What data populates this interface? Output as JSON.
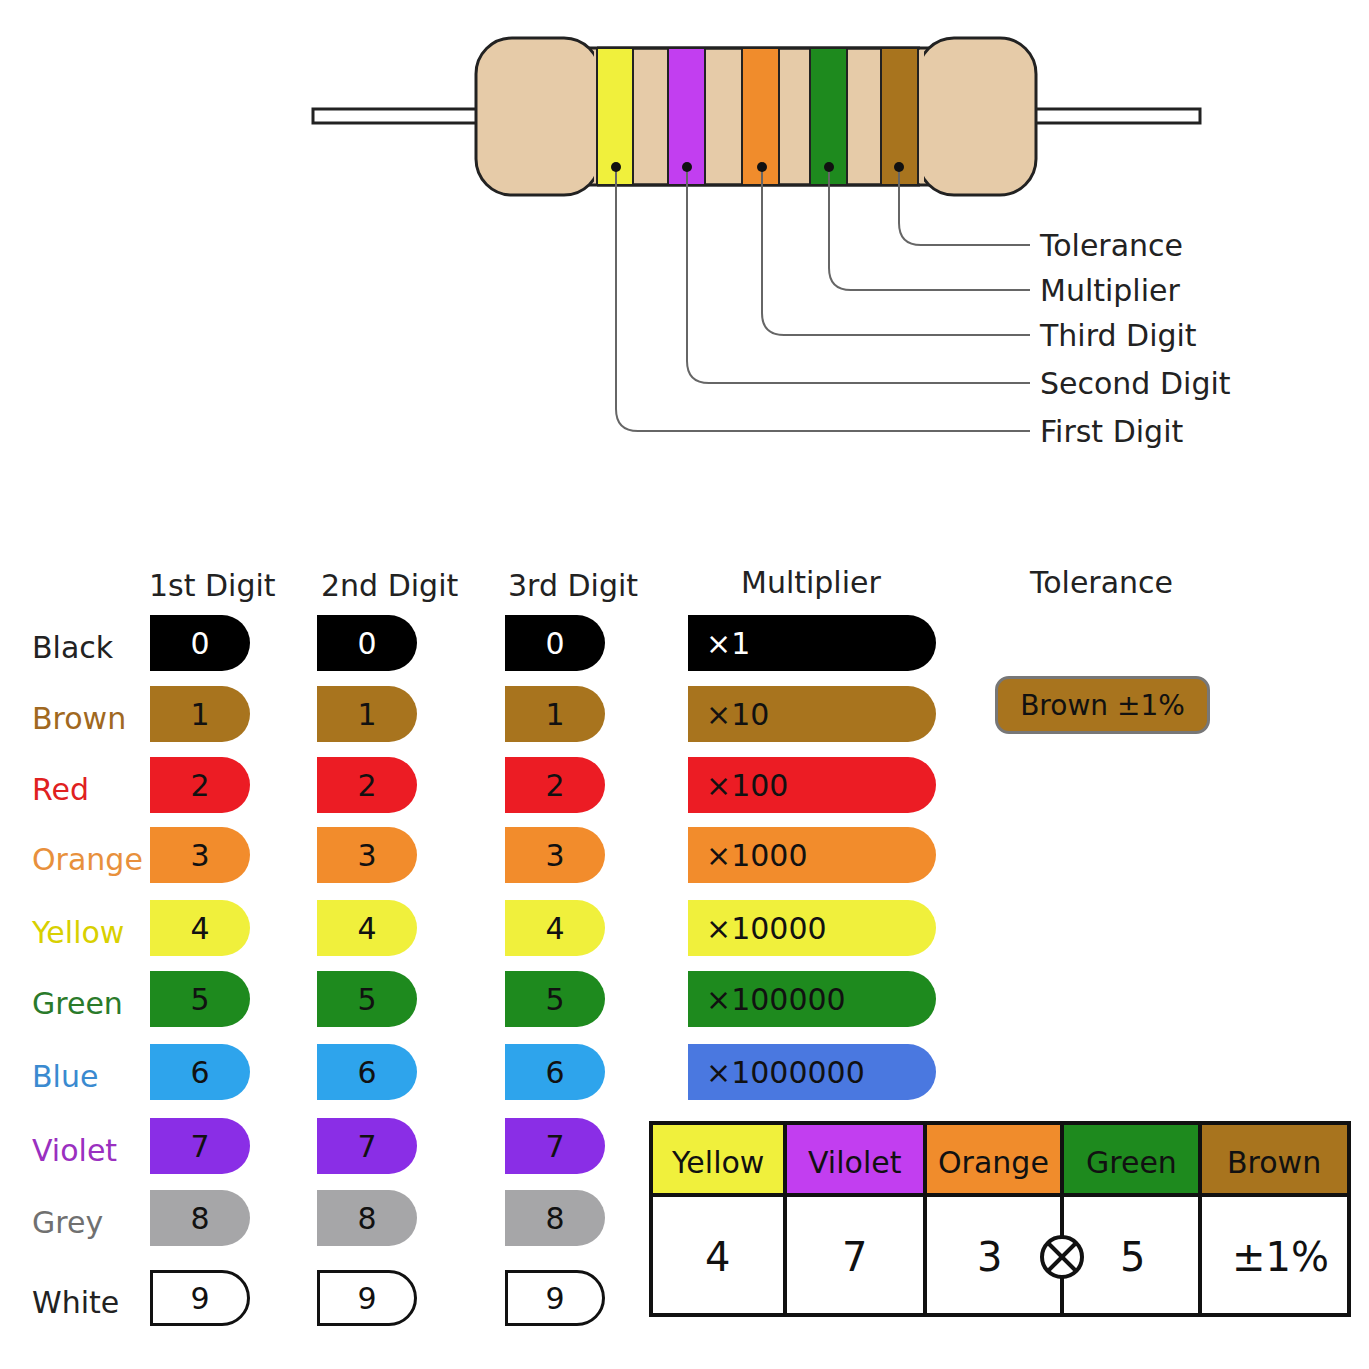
{
  "diagram": {
    "nodes": [
      {
        "text": [
          "0"
        ]
      },
      {
        "text": [
          "0"
        ]
      },
      {
        "text": [
          "0"
        ]
      },
      {
        "text": [
          "×1"
        ]
      },
      {
        "text": [
          "1"
        ]
      },
      {
        "text": [
          "1"
        ]
      },
      {
        "text": [
          "1"
        ]
      },
      {
        "text": [
          "×10"
        ]
      },
      {
        "text": [
          "Brown ±1%"
        ]
      },
      {
        "text": [
          "2"
        ]
      },
      {
        "text": [
          "2"
        ]
      },
      {
        "text": [
          "2"
        ]
      },
      {
        "text": [
          "×100"
        ]
      },
      {
        "text": [
          "3"
        ]
      },
      {
        "text": [
          "3"
        ]
      },
      {
        "text": [
          "3"
        ]
      },
      {
        "text": [
          "×1000"
        ]
      },
      {
        "text": [
          "4"
        ]
      },
      {
        "text": [
          "4"
        ]
      },
      {
        "text": [
          "4"
        ]
      },
      {
        "text": [
          "×10000"
        ]
      },
      {
        "text": [
          "5"
        ]
      },
      {
        "text": [
          "5"
        ]
      },
      {
        "text": [
          "5"
        ]
      },
      {
        "text": [
          "×100000"
        ]
      },
      {
        "text": [
          "6"
        ]
      },
      {
        "text": [
          "6"
        ]
      },
      {
        "text": [
          "6"
        ]
      },
      {
        "text": [
          "×1000000"
        ]
      },
      {
        "text": [
          "7"
        ]
      },
      {
        "text": [
          "7"
        ]
      },
      {
        "text": [
          "7"
        ]
      },
      {
        "text": [
          "8"
        ]
      },
      {
        "text": [
          "8"
        ]
      },
      {
        "text": [
          "8"
        ]
      },
      {
        "text": [
          "9"
        ]
      },
      {
        "text": [
          "9"
        ]
      },
      {
        "text": [
          "9"
        ]
      }
    ],
    "labels": [
      "Tolerance",
      "Multiplier",
      "Third Digit",
      "Second Digit",
      "First Digit",
      "1st Digit",
      "2nd Digit",
      "3rd Digit",
      "Multiplier",
      "Tolerance",
      "Black",
      "Brown",
      "Red",
      "Orange",
      "Yellow",
      "Green",
      "Blue",
      "Violet",
      "Grey",
      "White",
      "Yellow",
      "Vilolet",
      "Orange",
      "Green",
      "Brown",
      "4",
      "7",
      "3",
      "5",
      "±1%"
    ]
  }
}
